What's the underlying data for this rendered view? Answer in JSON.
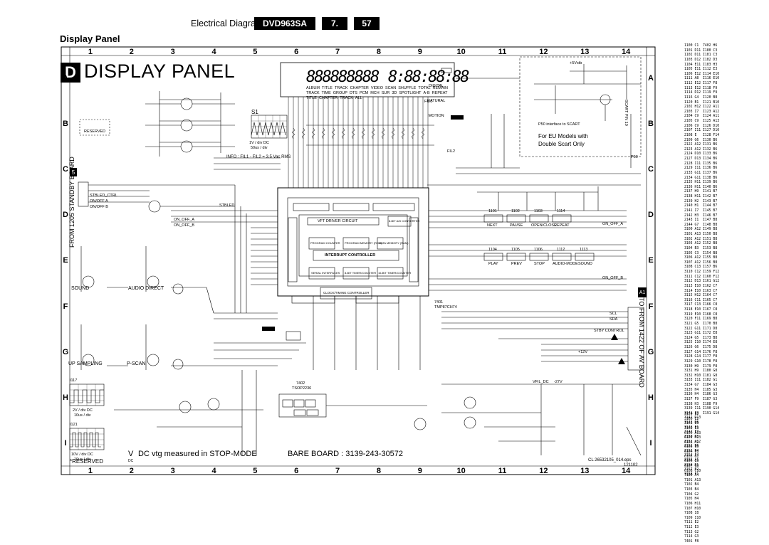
{
  "header": {
    "section": "Electrical Diagrams",
    "model": "DVD963SA",
    "chapter": "7.",
    "page": "57"
  },
  "sheet": {
    "subtitle": "Display Panel",
    "title": "DISPLAY PANEL",
    "title_letter": "D",
    "columns": [
      "1",
      "2",
      "3",
      "4",
      "5",
      "6",
      "7",
      "8",
      "9",
      "10",
      "11",
      "12",
      "13",
      "14"
    ],
    "rows": [
      "A",
      "B",
      "C",
      "D",
      "E",
      "F",
      "G",
      "H",
      "I"
    ]
  },
  "labels": {
    "eu_note_1": "For EU Models with",
    "eu_note_2": "Double Scart Only",
    "p50_note": "P50 interface to SCART",
    "info": "INFO : FIL1 - FIL2 = 3.5 Vac RMS",
    "s1": "S1",
    "s1_scale_1": "1V / div DC",
    "s1_scale_2": "50us / div",
    "from_board": "FROM 1205 STANDBY BOARD",
    "from_board_tag": "5",
    "to_board": "TO FROM 1422 OF AV BOARD",
    "to_board_tag": "A1",
    "sound": "SOUND",
    "audio_direct": "AUDIO DIRECT",
    "up_sampling": "UP SAMPLING",
    "p_scan": "P-SCAN",
    "reserved": "RESERVED",
    "reserved_note": "*RESERVED",
    "i117": "I117",
    "i117_scale_1": "2V / div DC",
    "i117_scale_2": "10us / div",
    "i121": "I121",
    "i121_scale_1": "10V / div DC",
    "i121_scale_2": "10us / div",
    "dc_note_v": "V",
    "dc_note_dc": "DC",
    "dc_note": "DC vtg measured in STOP-MODE",
    "bare_board": "BARE BOARD : 3139-243-30572",
    "cl_ref": "CL 26532105_014.eps",
    "cl_date": "121102",
    "ic_main": "7401",
    "ic_main_type": "TMP87CH74",
    "ic_7402": "7402",
    "ic_7402_type": "TSOP2236",
    "scart_pin": "SCART PIN 10",
    "interrupt": "INTERRUPT CONTROLLER",
    "vfd_driver": "VFT DRIVER CIRCUIT",
    "program_counter": "PROGRAM COUNTER",
    "program_memory": "PROGRAM MEMORY (ROM)",
    "data_memory": "DATA MEMORY (RAM)",
    "serial_if": "SERIAL INTERFACES",
    "timer_8bit": "8-BIT TIMER/COUNTER",
    "timer_16bit": "16-BIT TIMER/COUNTER",
    "clock_timing": "CLOCK/TIMING CONTROLLER",
    "adc": "8-BIT A/D CONVERTER",
    "vfd_segments": [
      "888888888",
      "8:88:88:88"
    ],
    "vfd_icons": [
      "ALBUM",
      "TITLE",
      "TRACK",
      "CHAPTER",
      "VIDEO",
      "SCAN",
      "SHUFFLE",
      "TOTAL",
      "REMAIN",
      "TRACK",
      "TIME",
      "GROUP",
      "DTS",
      "PCM",
      "MCH",
      "SUR",
      "3D",
      "SPOTLIGHT",
      "A-B",
      "REPEAT",
      "TITLE",
      "CHAPTER",
      "TRACK",
      "ALL",
      "DIGITAL",
      "NATURAL",
      "MOTION"
    ]
  },
  "keys": [
    {
      "ref": "1101",
      "label": "NEXT"
    },
    {
      "ref": "1102",
      "label": "PAUSE"
    },
    {
      "ref": "1103",
      "label": "OPEN/CLOSE"
    },
    {
      "ref": "1114",
      "label": "REPEAT"
    },
    {
      "ref": "1104",
      "label": "PLAY"
    },
    {
      "ref": "1105",
      "label": "PREV"
    },
    {
      "ref": "1106",
      "label": "STOP"
    },
    {
      "ref": "1112",
      "label": "AUDIO-MODE"
    },
    {
      "ref": "1113",
      "label": "SOUND"
    }
  ],
  "nets": [
    "STBLED",
    "ON_OFF_A",
    "ON_OFF_B",
    "STBLED_CTRL",
    "ON/OFF A",
    "ON/OFF B",
    "SCL",
    "SDA",
    "STBY CONTROL",
    "ON_OFF_A",
    "ON_OFF_B",
    "+5Vstb",
    "+12V",
    "-27V",
    "VFIL_DC",
    "P50",
    "FIL1",
    "FIL2"
  ],
  "ref_index": [
    "1100 C1  7402 H6\n1101 D11 I180 C3\n1102 D11 I181 C3\n1103 D12 I182 D3\n1104 E11 I183 H3\n1105 E11 I112 E3\n1106 E12 I114 E10\n1111 A8  I116 E10\n1112 E12 I117 F8\n1113 E12 I118 F9\n1114 D12 I119 F9\n1116 G4  I120 B8\n1120 B1  I121 B10\n2102 H12 I122 A11\n2103 I7  I123 A12\n2104 C9  I124 A11\n2105 C9  I125 A13\n2106 C9  I126 D10\n2107 I11 I127 D10\n2108 E   I128 F14\n2109 G6  I130 B6\n2122 A12 I131 B6\n2123 A12 I132 B6\n2124 D10 I133 B6\n2127 D13 I134 B6\n2128 I11 I135 B6\n2129 I11 I136 B6\n2133 G11 I137 B6\n2134 G11 I138 B6\n2135 H11 I139 B6\n2136 H11 I140 B6\n2137 H9  I141 B7\n2138 H11 I142 B7\n2139 H2  I143 B7\n2140 H1  I144 B7\n2141 I7  I145 B7\n2142 H3  I146 B7\n2143 I1  I147 B8\n2144 G7  I148 B8\n3100 A12 I149 B8\n3101 A13 I150 B8\n3102 A12 I151 B8\n3103 A12 I152 B8\n3104 B3  I153 B8\n3105 C3  I154 B8\n3106 A12 I155 B8\n3107 A12 I156 B8\n3108 C13 I157 B6\n3110 C12 I159 F12\n3111 C12 I160 F12\n3112 D13 I161 G12\n3113 E10 I162 C7\n3114 E10 I163 C7\n3115 H12 I164 C7\n3116 C11 I165 C7\n3117 C13 I166 C8\n3118 E10 I167 C8\n3119 E10 I168 C8\n3120 F11 I169 B8\n3121 G5  I170 B8\n3122 G11 I171 D8\n3123 G11 I172 E8\n3124 G5  I173 B8\n3125 I10 I174 E8\n3126 G6  I175 D8\n3127 G14 I176 F8\n3128 G14 I177 F8\n3129 G10 I178 F8\n3130 H9  I179 F8\n3131 H9  I180 G8\n3132 H10 I181 G8\n3133 I11 I182 G1\n3134 G7  I184 G3\n3135 H4  I185 G3\n3136 H4  I186 G3\n3137 F9  I187 G3\n3138 H3  I188 F9\n3139 I11 I190 G14\n3141 I3  I191 G14\n3142 D13\n3143 D6\n3146 E1\n3147 E3\n3150 B3\n3151 A12\n3152 B6\n3153 B4\n3154 E4\n3155 A1\n3156 B1\n3157 B2\n3158 E1",
    "3159 E2\n3160 E2\n3161 E3\n3162 E3\n6100 A13\n6101 H13\n6102 H2\n6103 I3\n6104 E1\n6105 G1\n6106 E3\n6107 G3\n6108 C10\n7100 A4\n7101 A13\n7102 B4\n7103 B4\n7104 G2\n7105 H4\n7106 H11\n7107 H10\n7108 I8\n7109 I10\n7111 E2\n7112 E3\n7113 G2\n7114 G3\n7401 F8"
  ]
}
